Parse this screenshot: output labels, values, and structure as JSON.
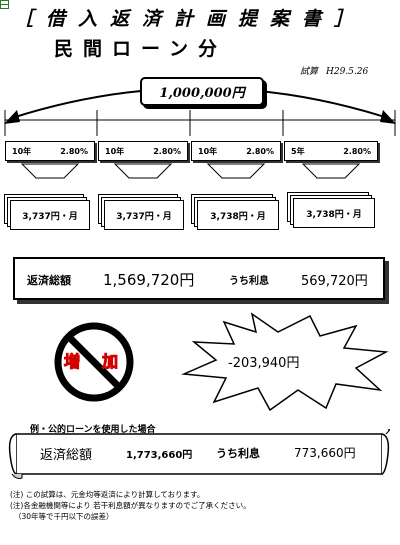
{
  "header": {
    "title": "［借入返済計画提案書］",
    "subtitle": "民間ローン分",
    "calc_label": "試算",
    "calc_date": "H29.5.26"
  },
  "principal": "1,000,000円",
  "periods": [
    {
      "term": "10年",
      "rate": "2.80%"
    },
    {
      "term": "10年",
      "rate": "2.80%"
    },
    {
      "term": "10年",
      "rate": "2.80%"
    },
    {
      "term": "5年",
      "rate": "2.80%"
    }
  ],
  "monthly": [
    "3,737円・月",
    "3,737円・月",
    "3,738円・月",
    "3,738円・月"
  ],
  "summary": {
    "total_label": "返済総額",
    "total_value": "1,569,720円",
    "interest_label": "うち利息",
    "interest_value": "569,720円"
  },
  "increase": {
    "char1": "増",
    "char2": "加",
    "value": "-203,940円"
  },
  "public_loan": {
    "label": "例・公的ローンを使用した場合",
    "total_label": "返済総額",
    "total_value": "1,773,660円",
    "interest_label": "うち利息",
    "interest_value": "773,660円"
  },
  "notes": [
    "(注) この試算は、元金均等返済により計算しております。",
    "(注)各金融機関等により 若干利息額が異なりますのでご了承ください。",
    "（30年等で千円以下の誤差）"
  ],
  "colors": {
    "increase_red": "#d40000",
    "shadow": "#333333"
  }
}
